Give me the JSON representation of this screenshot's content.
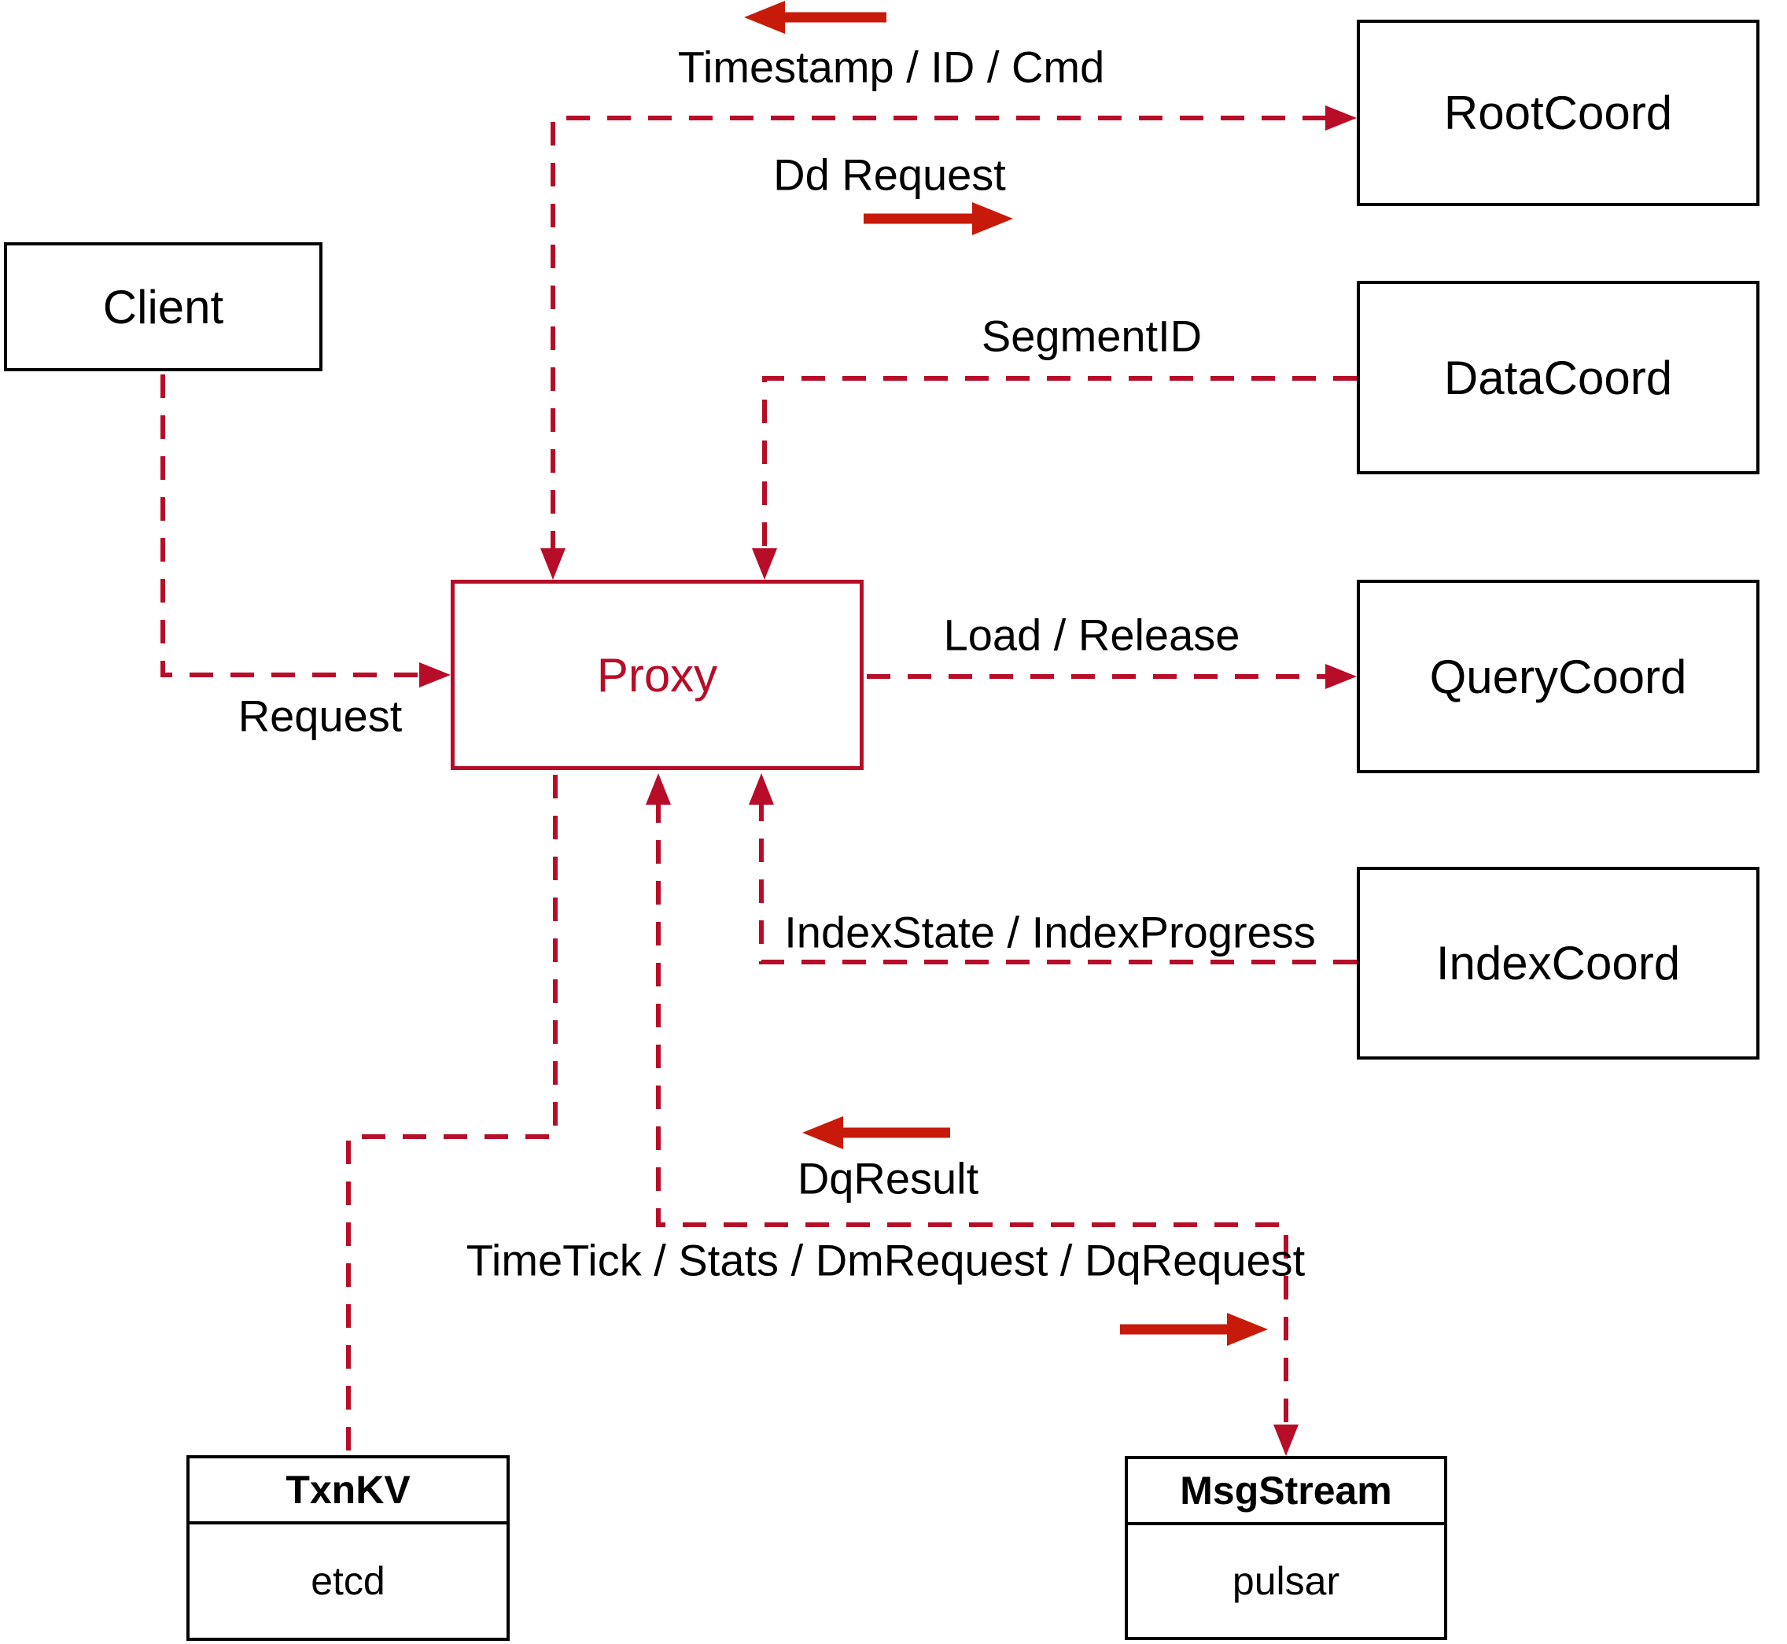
{
  "diagram": {
    "nodes": {
      "client": {
        "label": "Client"
      },
      "proxy": {
        "label": "Proxy"
      },
      "rootcoord": {
        "label": "RootCoord"
      },
      "datacoord": {
        "label": "DataCoord"
      },
      "querycoord": {
        "label": "QueryCoord"
      },
      "indexcoord": {
        "label": "IndexCoord"
      },
      "txnkv": {
        "title": "TxnKV",
        "body": "etcd"
      },
      "msgstream": {
        "title": "MsgStream",
        "body": "pulsar"
      }
    },
    "edge_labels": {
      "request": "Request",
      "timestamp_id_cmd": "Timestamp / ID / Cmd",
      "dd_request": "Dd Request",
      "segment_id": "SegmentID",
      "load_release": "Load / Release",
      "index_state_progress": "IndexState / IndexProgress",
      "dq_result": "DqResult",
      "timetick_stats": "TimeTick / Stats / DmRequest / DqRequest"
    },
    "colors": {
      "dashed_line": "#b70d28",
      "solid_arrow": "#c81a0a",
      "proxy_accent": "#b70d28",
      "box_border": "#000000",
      "text": "#000000",
      "background": "#ffffff"
    }
  }
}
